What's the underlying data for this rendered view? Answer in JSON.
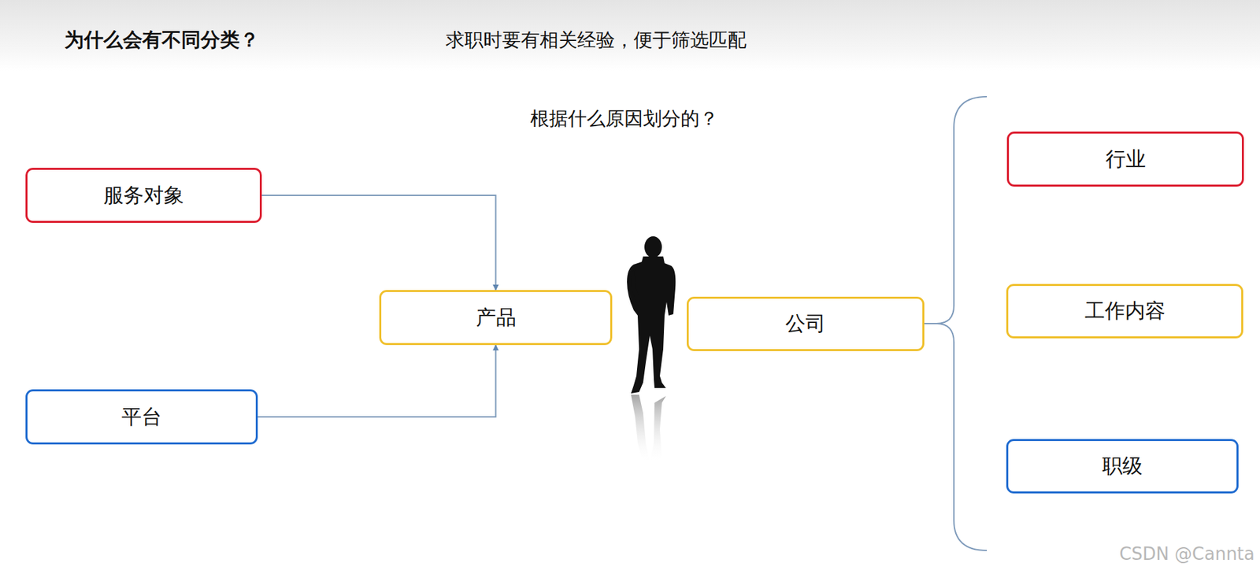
{
  "diagram": {
    "title": "为什么会有不同分类？",
    "nodes": [
      {
        "text": [
          "服务对象"
        ]
      },
      {
        "text": [
          "平台"
        ]
      },
      {
        "text": [
          "产品"
        ]
      },
      {
        "text": [
          "公司"
        ]
      },
      {
        "text": [
          "行业"
        ]
      },
      {
        "text": [
          "工作内容"
        ]
      },
      {
        "text": [
          "职级"
        ]
      }
    ],
    "edges": [
      {
        "from": 0,
        "to": 2,
        "arrow": "to"
      },
      {
        "from": 1,
        "to": 2,
        "arrow": "to"
      }
    ],
    "labels": [
      "求职时要有相关经验，便于筛选匹配",
      "根据什么原因划分的？",
      "CSDN @Cannta"
    ]
  }
}
